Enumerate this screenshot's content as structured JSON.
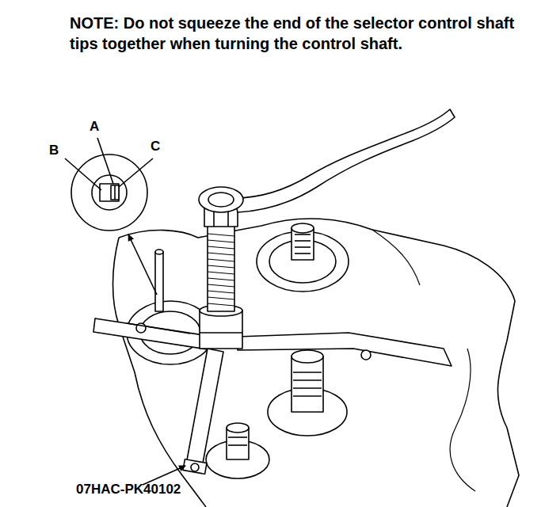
{
  "diagram": {
    "labels": [
      "NOTE: Do not squeeze the end of the selector control shaft tips together when turning the control shaft.",
      "A",
      "B",
      "C",
      "07HAC-PK40102"
    ]
  }
}
